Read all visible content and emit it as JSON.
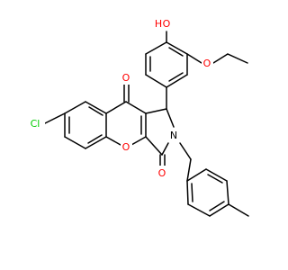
{
  "colors": {
    "background": "#ffffff",
    "bond": "#000000",
    "carbon": "#000000",
    "oxygen": "#ff0000",
    "chlorine": "#00cc00"
  },
  "atom_labels": {
    "chlorine": "Cl",
    "hydroxyl_oxygen": "O",
    "hydroxyl_hydrogen": "H",
    "ethoxy_oxygen": "O",
    "carbonyl_oxygen_top": "O",
    "ring_oxygen": "O",
    "carbonyl_oxygen_bottom": "O",
    "nitrogen": "N"
  }
}
